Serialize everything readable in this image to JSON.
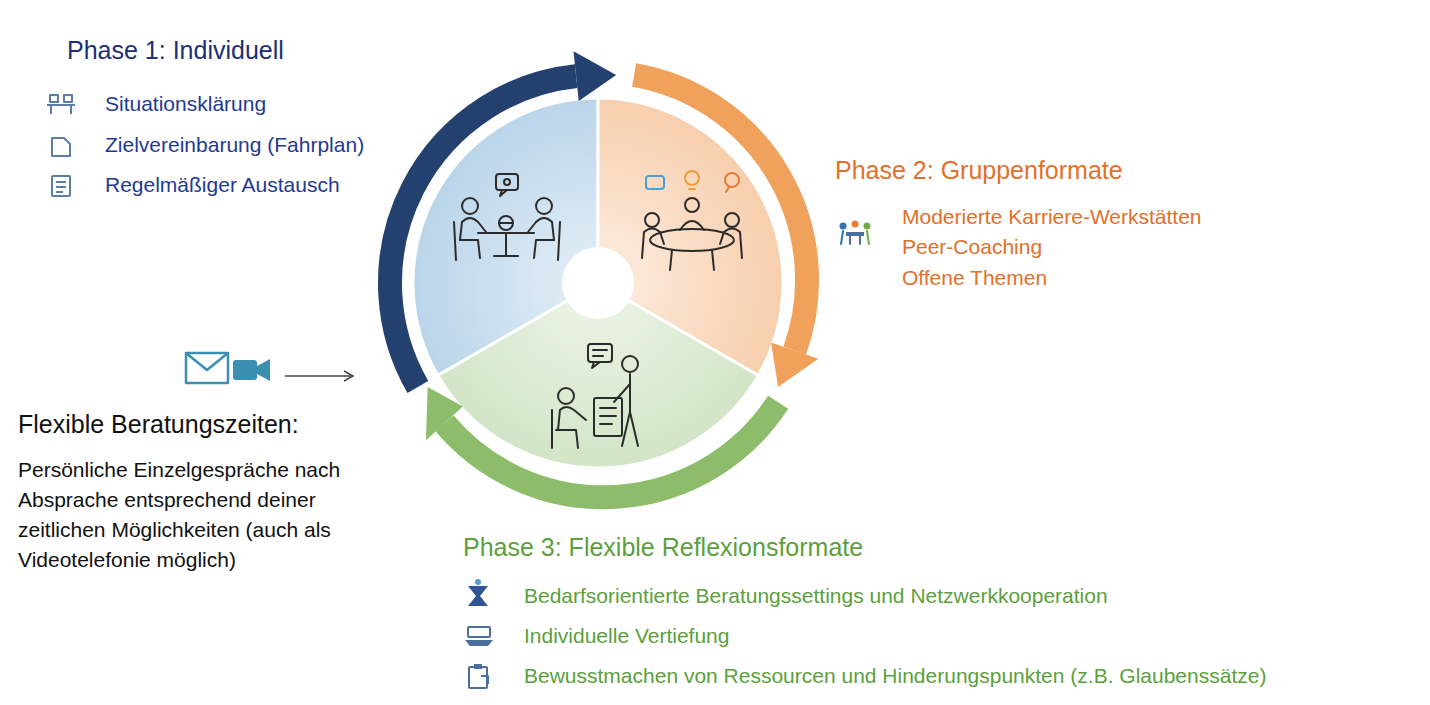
{
  "diagram": {
    "nodes": [
      {
        "text": [
          "Phase 1: Individuell",
          "Situationsklärung",
          "Zielvereinbarung (Fahrplan)",
          "Regelmäßiger Austausch"
        ]
      },
      {
        "text": [
          "Phase 2: Gruppenformate",
          "Moderierte Karriere-Werkstätten",
          "Peer-Coaching",
          "Offene Themen"
        ]
      },
      {
        "text": [
          "Phase 3: Flexible Reflexionsformate",
          "Bedarfsorientierte Beratungssettings und Netzwerkkooperation",
          "Individuelle Vertiefung",
          "Bewusstmachen von Ressourcen und Hinderungspunkten (z.B. Glaubenssätze)"
        ]
      }
    ],
    "edges": [
      {
        "from": 0,
        "to": 1,
        "arrow": "to"
      },
      {
        "from": 1,
        "to": 2,
        "arrow": "to"
      },
      {
        "from": 2,
        "to": 0,
        "arrow": "to"
      }
    ],
    "labels": [
      "Flexible Beratungszeiten:",
      "Persönliche Einzelgespräche nach Absprache entsprechend deiner zeitlichen Möglichkeiten (auch als Videotelefonie möglich)"
    ]
  }
}
